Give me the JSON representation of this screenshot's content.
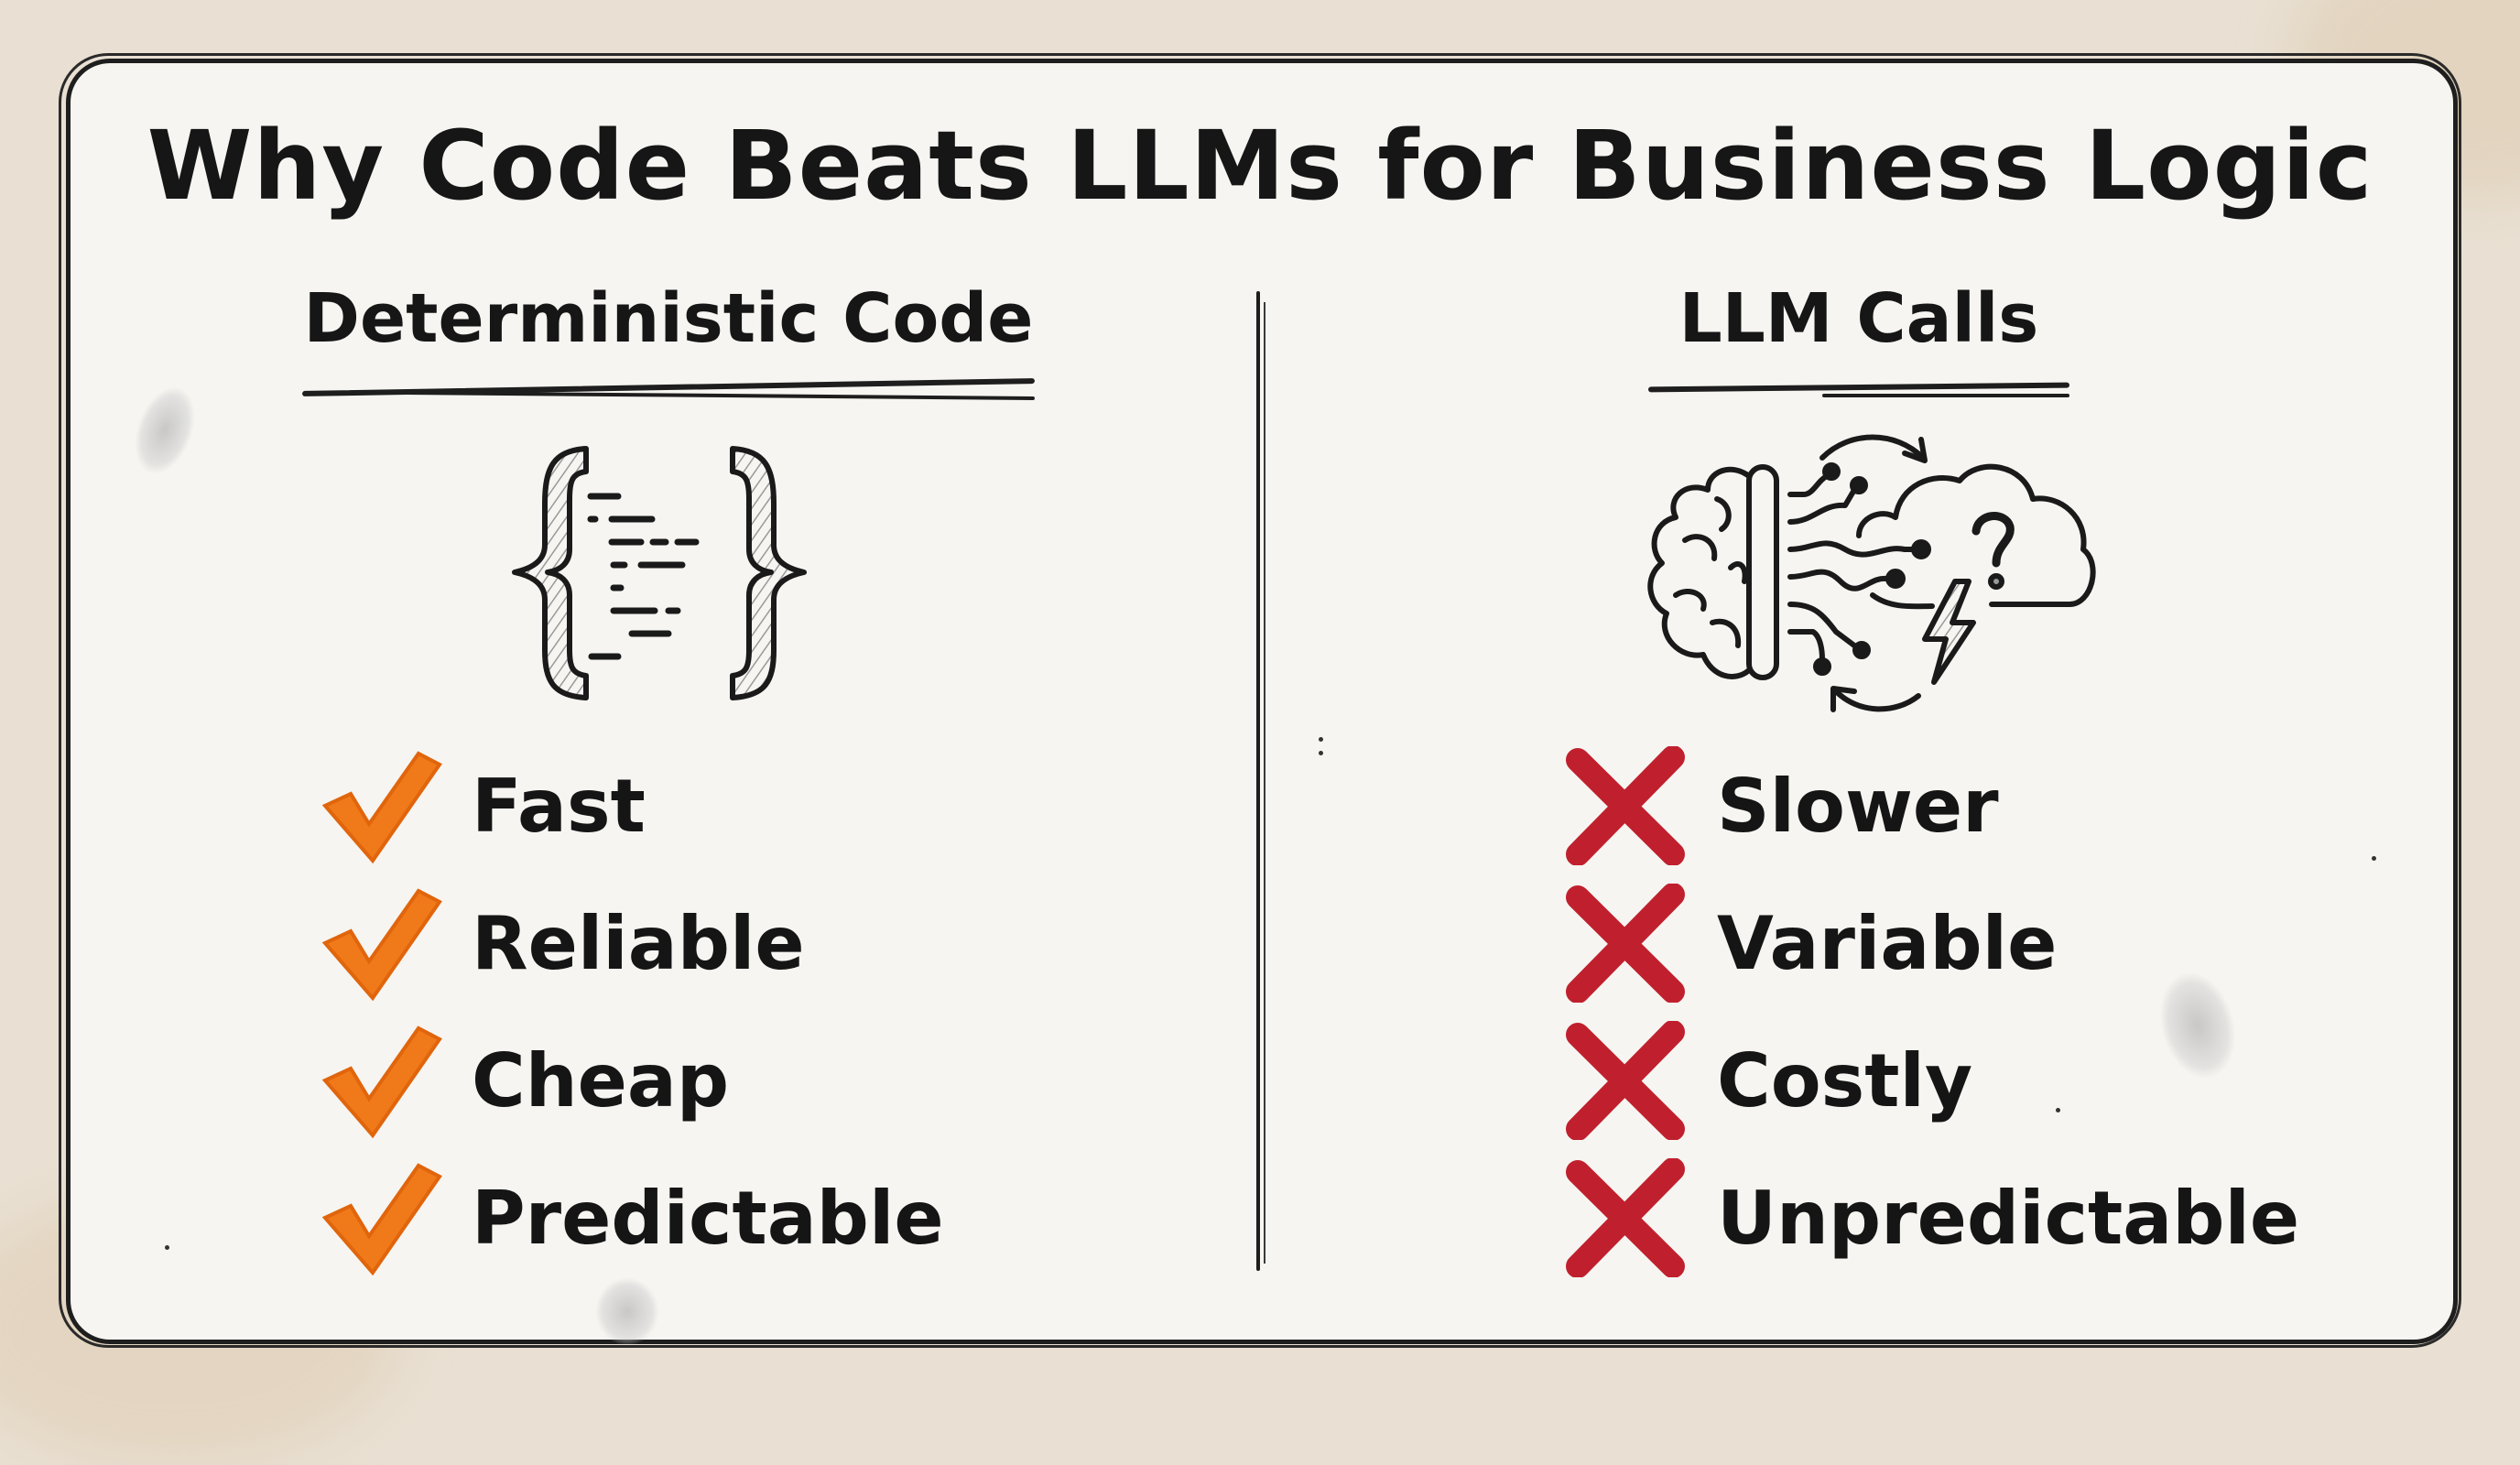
{
  "title": "Why Code Beats LLMs for Business Logic",
  "colors": {
    "background": "#e9e0d3",
    "card": "#f6f5f1",
    "ink": "#161616",
    "check": "#f07a1a",
    "cross": "#c0202e"
  },
  "left": {
    "heading": "Deterministic Code",
    "icon": "code-braces-icon",
    "items": [
      {
        "label": "Fast",
        "icon": "check-icon"
      },
      {
        "label": "Reliable",
        "icon": "check-icon"
      },
      {
        "label": "Cheap",
        "icon": "check-icon"
      },
      {
        "label": "Predictable",
        "icon": "check-icon"
      }
    ]
  },
  "right": {
    "heading": "LLM Calls",
    "icon": "brain-cloud-icon",
    "items": [
      {
        "label": "Slower",
        "icon": "cross-icon"
      },
      {
        "label": "Variable",
        "icon": "cross-icon"
      },
      {
        "label": "Costly",
        "icon": "cross-icon"
      },
      {
        "label": "Unpredictable",
        "icon": "cross-icon"
      }
    ]
  }
}
